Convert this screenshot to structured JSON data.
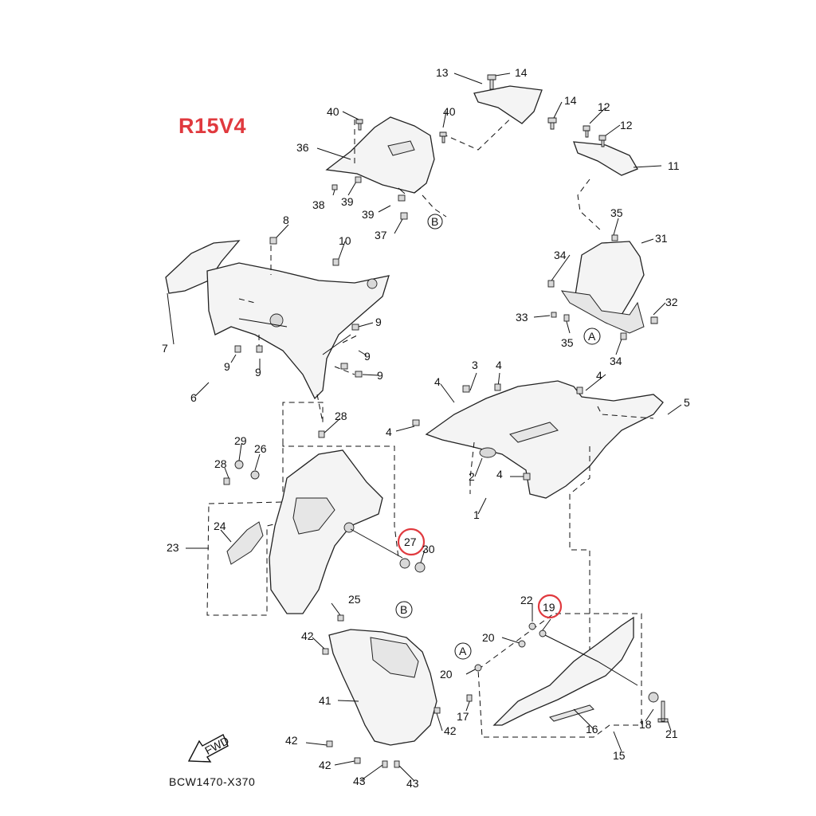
{
  "title": "R15V4",
  "drawing_code": "BCW1470-X370",
  "highlight_color": "#e0393e",
  "fwd_label": "FWD",
  "highlighted_parts": [
    "27",
    "19"
  ],
  "labels": {
    "p1": "1",
    "p2": "2",
    "p3": "3",
    "p4a": "4",
    "p4b": "4",
    "p4c": "4",
    "p4d": "4",
    "p4e": "4",
    "p5": "5",
    "p6": "6",
    "p7": "7",
    "p8": "8",
    "p9a": "9",
    "p9b": "9",
    "p9c": "9",
    "p9d": "9",
    "p9e": "9",
    "p10": "10",
    "p11": "11",
    "p12a": "12",
    "p12b": "12",
    "p13": "13",
    "p14a": "14",
    "p14b": "14",
    "p15": "15",
    "p16": "16",
    "p17": "17",
    "p18": "18",
    "p19": "19",
    "p20a": "20",
    "p20b": "20",
    "p21": "21",
    "p22": "22",
    "p23": "23",
    "p24": "24",
    "p25": "25",
    "p26": "26",
    "p27": "27",
    "p28a": "28",
    "p28b": "28",
    "p29": "29",
    "p30": "30",
    "p31": "31",
    "p32": "32",
    "p33": "33",
    "p34a": "34",
    "p34b": "34",
    "p35a": "35",
    "p35b": "35",
    "p36": "36",
    "p37": "37",
    "p38": "38",
    "p39a": "39",
    "p39b": "39",
    "p40a": "40",
    "p40b": "40",
    "p41": "41",
    "p42a": "42",
    "p42b": "42",
    "p42c": "42",
    "p42d": "42",
    "p43a": "43",
    "p43b": "43"
  },
  "refs": {
    "a1": "A",
    "a2": "A",
    "b1": "B",
    "b2": "B"
  }
}
